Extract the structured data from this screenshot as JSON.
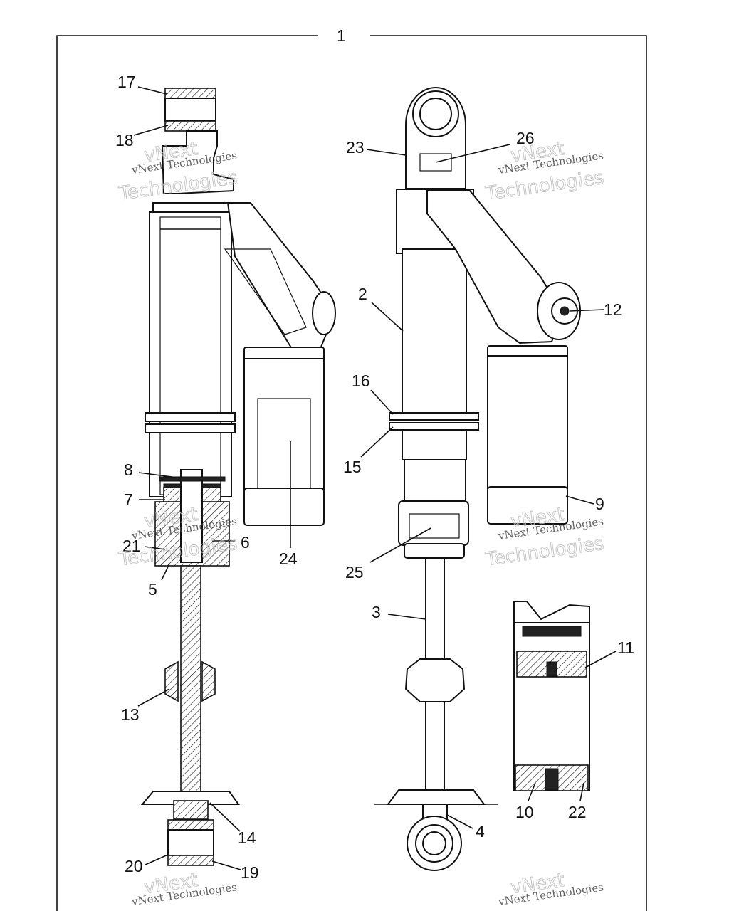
{
  "assembly_number": "1",
  "callouts": {
    "c2": "2",
    "c3": "3",
    "c4": "4",
    "c5": "5",
    "c6": "6",
    "c7": "7",
    "c8": "8",
    "c9": "9",
    "c10": "10",
    "c11": "11",
    "c12": "12",
    "c13": "13",
    "c14": "14",
    "c15": "15",
    "c16": "16",
    "c17": "17",
    "c18": "18",
    "c19": "19",
    "c20": "20",
    "c21": "21",
    "c22": "22",
    "c23": "23",
    "c24": "24",
    "c25": "25",
    "c26": "26"
  },
  "watermark": {
    "line1": "vNext",
    "line2": "vNext Technologies",
    "line3": "Technologies"
  }
}
